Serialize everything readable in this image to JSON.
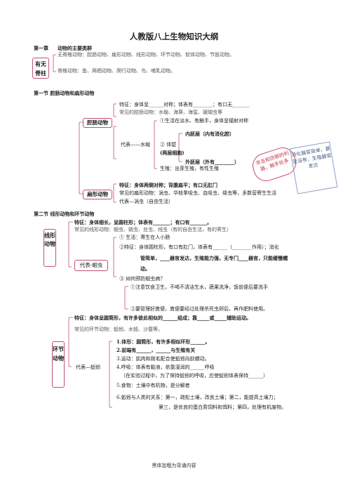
{
  "title": "人教版八上生物知识大纲",
  "ch1": {
    "label": "第一章",
    "heading": "动物的主要类群"
  },
  "vertebrate": {
    "box": "有无脊柱",
    "invert": "无脊椎动物：腔肠动物、扁形动物、线形动物、环节动物、软体动物、节肢动物。",
    "vert": "脊椎动物：鱼、两栖动物、爬行动物、鸟、哺乳动物。"
  },
  "s1": {
    "heading": "第一节  腔肠动物和扁形动物",
    "cavity_box": "腔肠动物",
    "c_feature": "特征：身体呈______对称；体表有________；有口无_______",
    "c_common": "常见的腔肠动物：水螅、海葵、海蜇、珊瑚虫等",
    "c_rep": "代表——水螅",
    "c_1": "①生活在淡水、有触手，身体呈辐射对称",
    "c_2": "② 体壁",
    "c_2b": "(两层细胞)",
    "c_inner": "内胚层（内有消化腔）",
    "c_outer": "外胚层（外有________）",
    "c_repro": "生殖：出芽生殖，有性生殖",
    "stamp_a": "攻击和防御的利器，触手处多",
    "stamp_b": "消化器官简单，甚至没有，生殖器官发达",
    "flat_box": "扁形动物",
    "f_feature": "特征：身体两侧对称；背腹扁平；有口无肛门",
    "f_common": "常见的扁形动物：涡虫、华枝睾吸虫、血吸虫、绦虫等，多数营寄生生活",
    "f_rep": "代表—涡虫（自由生活）"
  },
  "s2": {
    "heading": "第二节  线形动物和环节动物",
    "nema_box": "线形动物",
    "n_feature": "特征：身体细长，呈圆柱形；体表有_______；有口有_______。",
    "n_common": "常见的线形动物：蛔虫、蛲虫、丝虫、线虫（有的自由生活，有的寄生）",
    "n_rep": "代表-蛔虫",
    "n_1": "①  生活：寄生在人小肠",
    "n_2": "②特征：身体圆柱形，有口有肛门，体表有______（________作用）；消化",
    "n_2b": "管简单，____器官发达，生殖能力强，无专门____器官，只能缓慢蠕",
    "n_2c": "动。",
    "n_3": "③  如何预防蛔虫病？",
    "n_3a": "①注意饮食卫生，不喝不清洁生水，蔬果洗净，饭前便后要洗手",
    "n_3b": "②要管理好粪便，粪便要经过处理杀死虫卵后，再作肥料使用。",
    "anne_box": "环节动物",
    "a_feature": "特征：身体呈圆筒形，有许多彼此相似的______组成；靠_____或_____辅助运动。",
    "a_common": "常见的环节动物：蚯蚓、水蛭、沙蚕等。",
    "a_rep": "代表—蚯蚓",
    "a_1": "1.体形：圆筒形，有许多相似环形______。",
    "a_2": "2.前端有______，______与生殖有关",
    "a_3": "3.运动：肌肉和刚毛配合使蚯蚓向前蠕动。",
    "a_4": "4.呼吸：体表有黏液，依靠湿润的______呼吸",
    "a_4b": "（在实验过程中，为了保持蚯蚓的呼吸，应使蚯蚓体表保持______）",
    "a_5": "5.食物：土壤中有机物，是分解者",
    "a_6": "6.蚯蚓与人类的关系：第一，疏松土壤，改良土壤；第二，能提高土壤力；",
    "a_6b": "第三，是优良的蛋白质饲料和饵料；第四，处理有机废物。"
  },
  "footer": "黑体加粗为背诵内容"
}
